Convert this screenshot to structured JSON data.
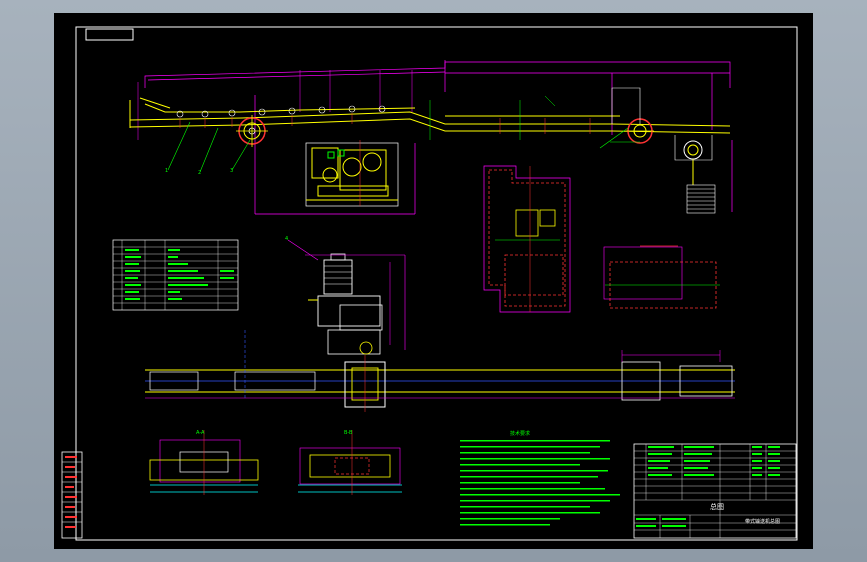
{
  "drawing": {
    "title_block": {
      "title": "总图",
      "drawing_name": "带式输送机总图"
    },
    "callouts": [
      "1",
      "2",
      "3",
      "4",
      "A-A",
      "B-B"
    ],
    "tech_requirements_heading": "技术要求",
    "colors": {
      "background": "#000000",
      "frame": "#ffffff",
      "outline": "#ffff00",
      "dimension": "#ff00ff",
      "section": "#ff3333",
      "annotation": "#00ff00",
      "centerline": "#00ffff",
      "axis": "#3355ff",
      "viewport": "#9aa6b2"
    }
  }
}
